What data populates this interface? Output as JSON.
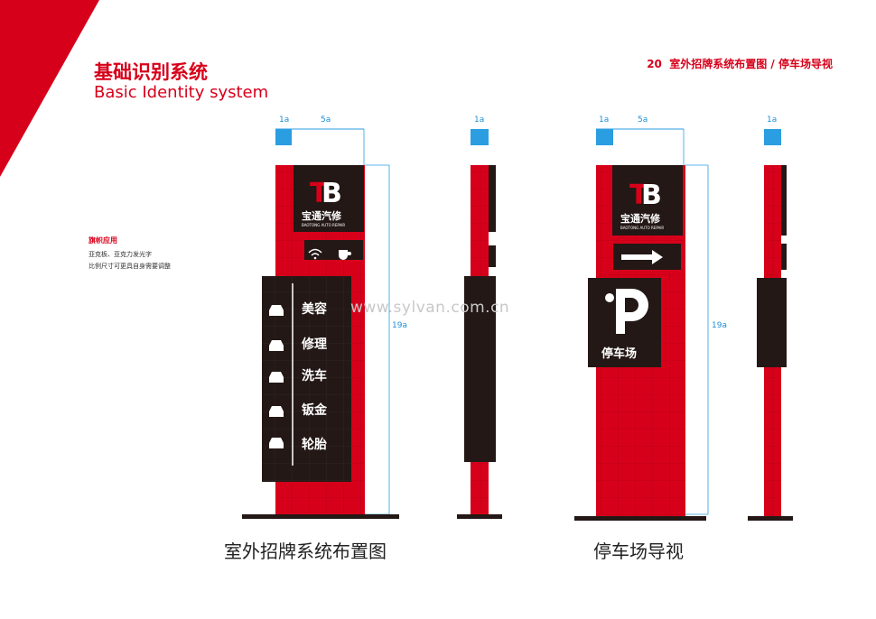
{
  "header": {
    "title_cn": "基础识别系统",
    "title_en": "Basic Identity system",
    "page_number": "20",
    "page_title": "室外招牌系统布置图 / 停车场导视"
  },
  "notes": {
    "title": "旗帜应用",
    "lines": [
      "亚克板、亚克力发光字",
      "比例尺寸可更具自身需要调整"
    ]
  },
  "dimensions": {
    "unit_1a": "1a",
    "unit_5a": "5a",
    "height": "19a"
  },
  "sign_left": {
    "logo_brand": "宝通汽修",
    "logo_sub": "BAOTONG AUTO REPAIR",
    "services": [
      "美容",
      "修理",
      "洗车",
      "钣金",
      "轮胎"
    ],
    "caption": "室外招牌系统布置图"
  },
  "sign_right": {
    "logo_brand": "宝通汽修",
    "logo_sub": "BAOTONG AUTO REPAIR",
    "parking_label": "停车场",
    "caption": "停车场导视"
  },
  "watermark": "www.sylvan.com.cn",
  "colors": {
    "brand_red": "#d7001a",
    "panel_dark": "#231815",
    "dimension_blue": "#1c8fd8"
  }
}
